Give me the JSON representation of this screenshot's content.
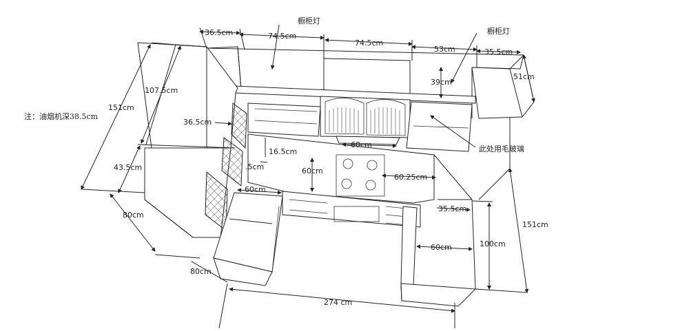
{
  "labels": {
    "cabinet_light_top": "橱柜灯",
    "cabinet_light_right": "橱柜灯",
    "frosted_glass": "此处用毛玻璃",
    "note": "注：油烟机深38.5cm"
  },
  "dimensions": {
    "d_365_top": "36.5cm",
    "d_745_a": "74.5cm",
    "d_745_b": "74.5cm",
    "d_53": "53cm",
    "d_355_top": "35.5cm",
    "d_51": "51cm",
    "d_39": "39cm",
    "d_1075": "107.5cm",
    "d_151_left": "151cm",
    "d_365_mid": "36.5cm",
    "d_435": "43.5cm",
    "d_165": "16.5cm",
    "d_35": ".5cm",
    "d_60_hood": "60cm",
    "d_60_front": "60cm",
    "d_60_left": "60cm",
    "d_6025": "60.25cm",
    "d_355_right": "35.5cm",
    "d_151_right": "151cm",
    "d_100": "100cm",
    "d_60_right": "60cm",
    "d_80_a": "80cm",
    "d_80_b": "80cm",
    "d_274": "274 cm"
  }
}
